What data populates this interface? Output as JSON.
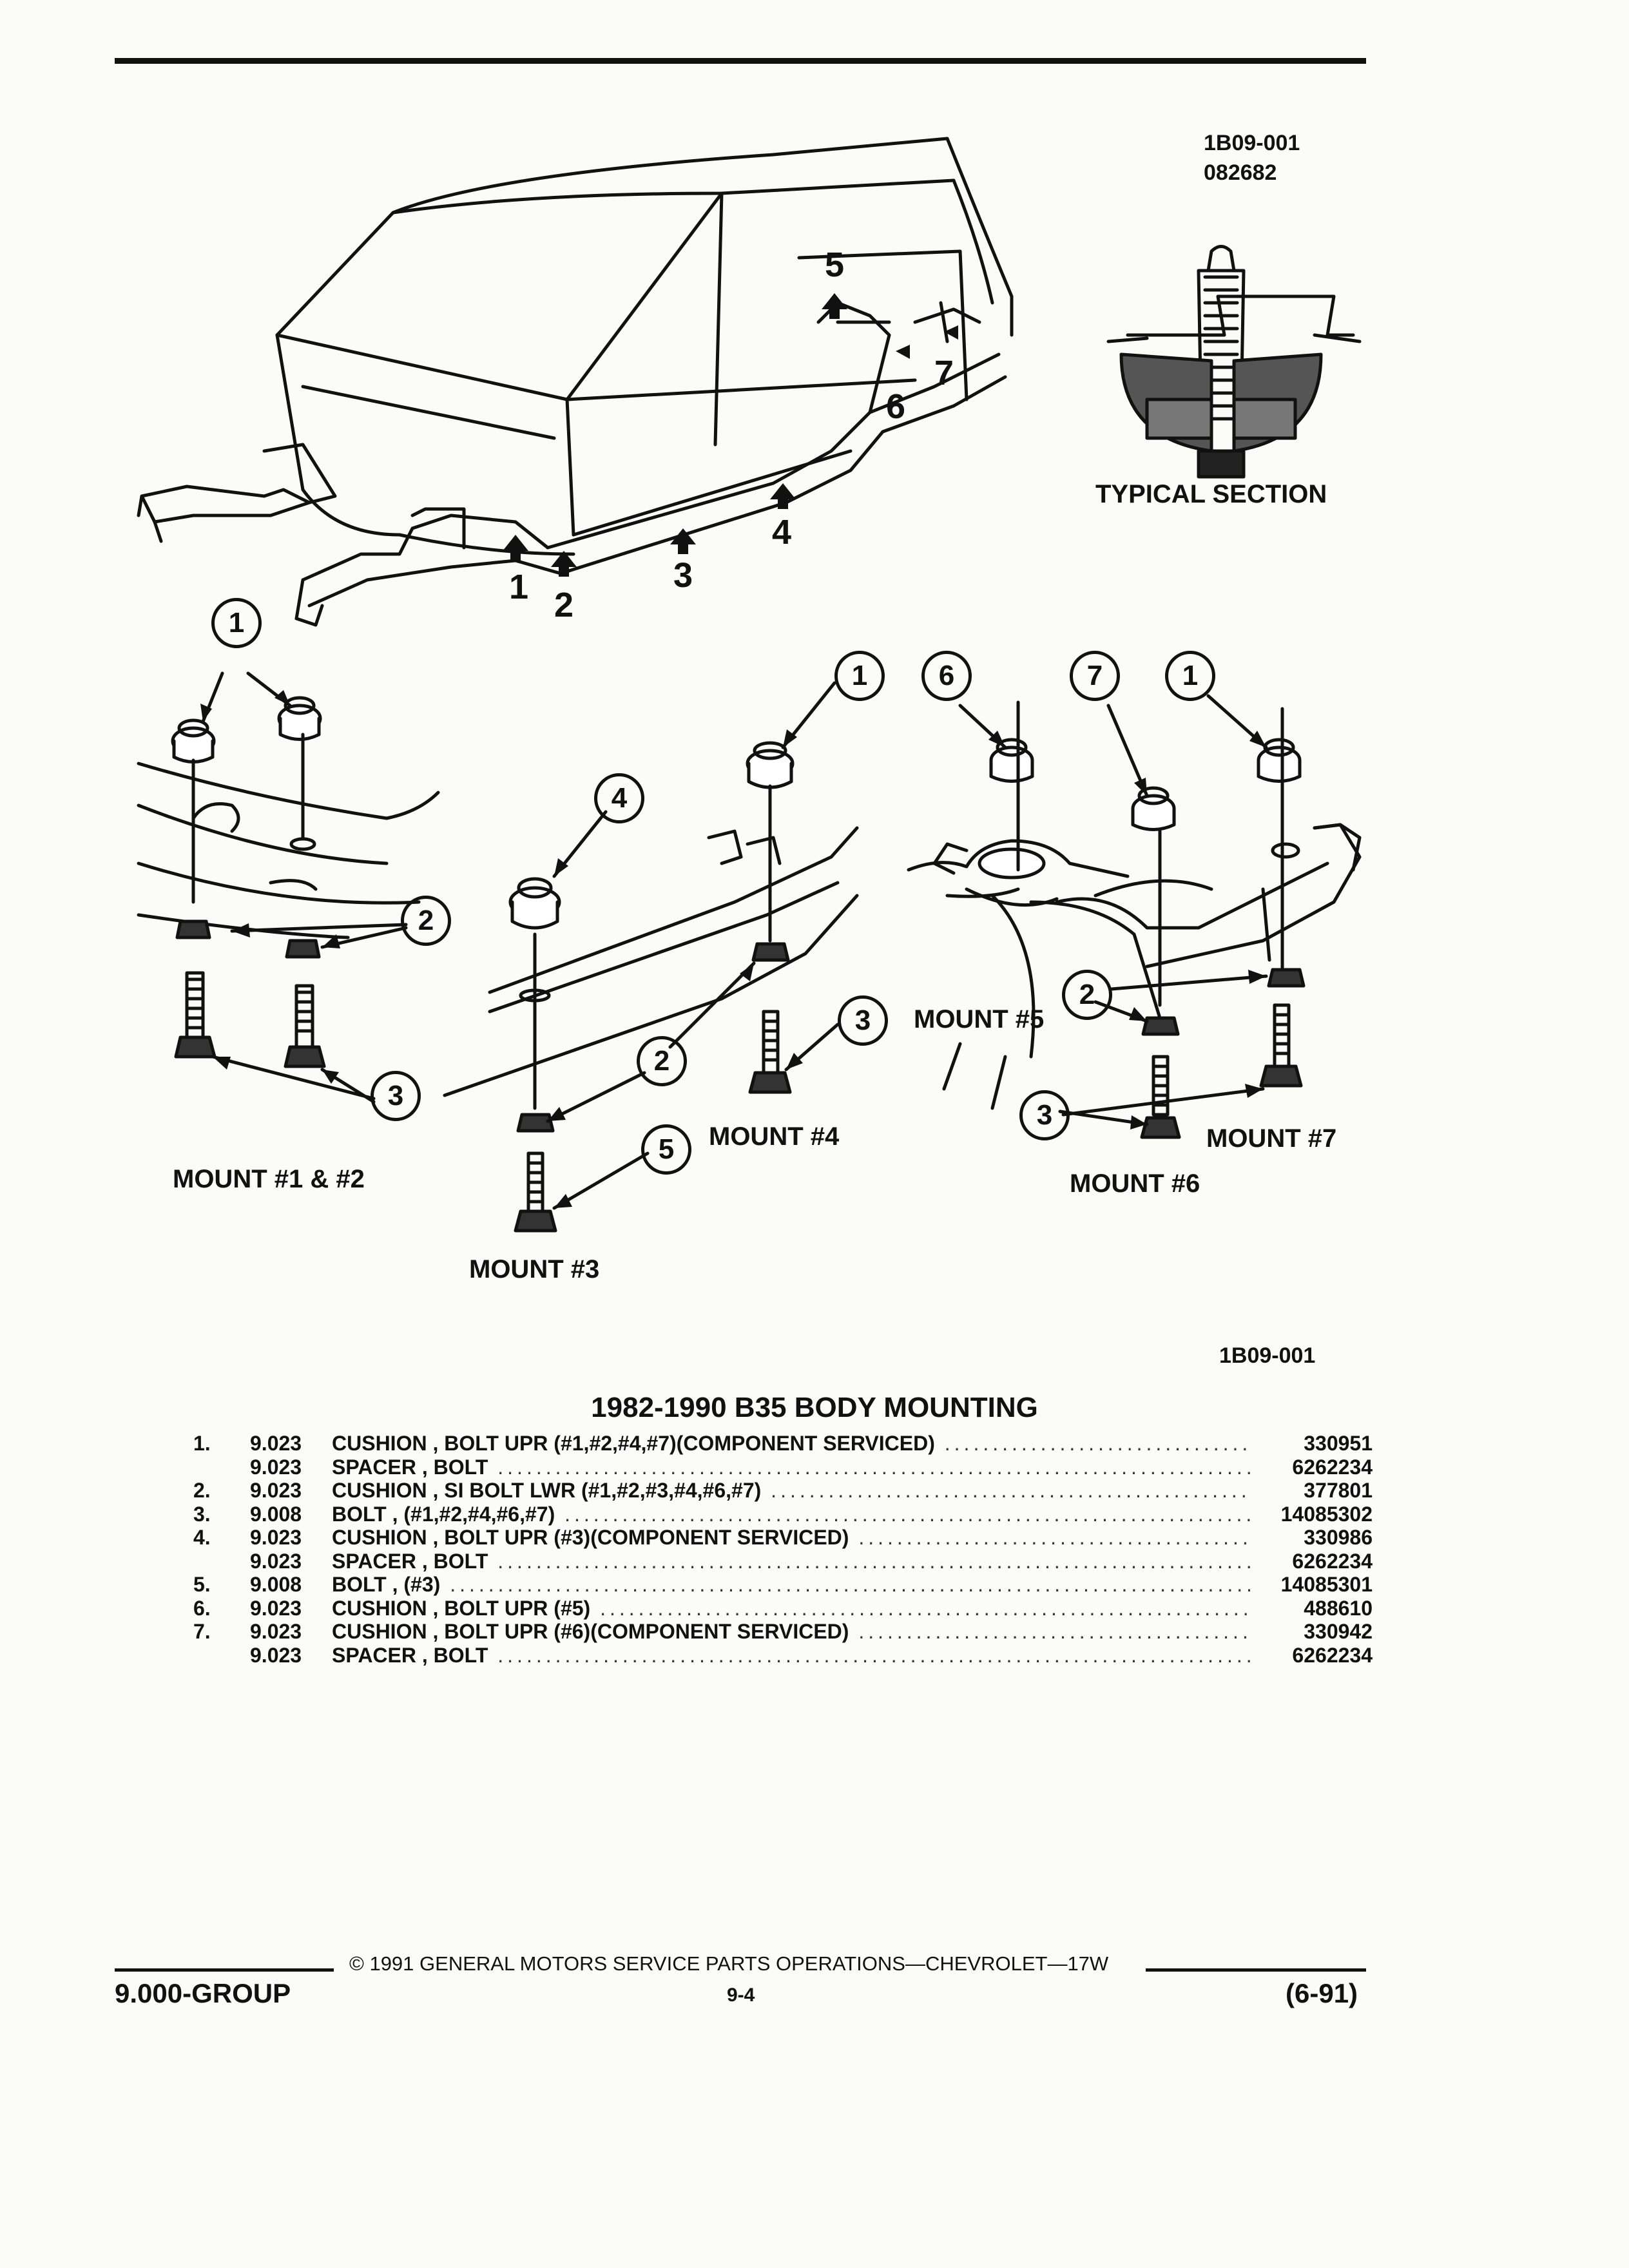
{
  "header": {
    "code_line1": "1B09-001",
    "code_line2": "082682"
  },
  "illustration": {
    "typical_section_label": "TYPICAL SECTION",
    "vehicle_callouts": [
      "1",
      "2",
      "3",
      "4",
      "5",
      "6",
      "7"
    ],
    "mount_labels": {
      "m12": "MOUNT #1 & #2",
      "m3": "MOUNT #3",
      "m4": "MOUNT #4",
      "m5": "MOUNT #5",
      "m6": "MOUNT #6",
      "m7": "MOUNT #7"
    },
    "circle_callouts": {
      "m12_a": "1",
      "m12_b": "2",
      "m12_c": "3",
      "m34_a": "1",
      "m34_b": "4",
      "m34_c": "2",
      "m34_d": "3",
      "m34_e": "5",
      "m567_a": "6",
      "m567_b": "7",
      "m567_c": "1",
      "m567_d": "2",
      "m567_e": "3"
    },
    "figure_code": "1B09-001"
  },
  "parts_table": {
    "title": "1982-1990 B35 BODY MOUNTING",
    "rows": [
      {
        "num": "1.",
        "group": "9.023",
        "desc": "CUSHION , BOLT UPR (#1,#2,#4,#7)(COMPONENT SERVICED)",
        "part": "330951"
      },
      {
        "num": "",
        "group": "9.023",
        "desc": "SPACER , BOLT",
        "part": "6262234"
      },
      {
        "num": "2.",
        "group": "9.023",
        "desc": "CUSHION , SI BOLT LWR (#1,#2,#3,#4,#6,#7)",
        "part": "377801"
      },
      {
        "num": "3.",
        "group": "9.008",
        "desc": "BOLT , (#1,#2,#4,#6,#7)",
        "part": "14085302"
      },
      {
        "num": "4.",
        "group": "9.023",
        "desc": "CUSHION , BOLT UPR (#3)(COMPONENT SERVICED)",
        "part": "330986"
      },
      {
        "num": "",
        "group": "9.023",
        "desc": "SPACER , BOLT",
        "part": "6262234"
      },
      {
        "num": "5.",
        "group": "9.008",
        "desc": "BOLT , (#3)",
        "part": "14085301"
      },
      {
        "num": "6.",
        "group": "9.023",
        "desc": "CUSHION , BOLT UPR (#5)",
        "part": "488610"
      },
      {
        "num": "7.",
        "group": "9.023",
        "desc": "CUSHION , BOLT UPR (#6)(COMPONENT SERVICED)",
        "part": "330942"
      },
      {
        "num": "",
        "group": "9.023",
        "desc": "SPACER , BOLT",
        "part": "6262234"
      }
    ]
  },
  "footer": {
    "copyright": "© 1991 GENERAL MOTORS SERVICE PARTS OPERATIONS—CHEVROLET—17W",
    "group": "9.000-GROUP",
    "page": "9-4",
    "date": "(6-91)"
  }
}
